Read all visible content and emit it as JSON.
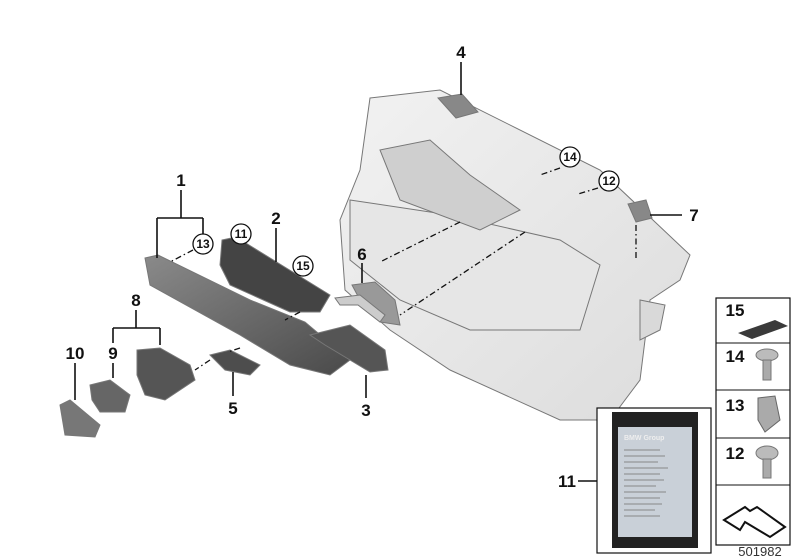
{
  "diagram": {
    "callouts": {
      "p1": "1",
      "p2": "2",
      "p3": "3",
      "p4": "4",
      "p5": "5",
      "p6": "6",
      "p7": "7",
      "p8": "8",
      "p9": "9",
      "p10": "10",
      "p11": "11"
    },
    "circled_refs": {
      "c13": "13",
      "c11": "11",
      "c15": "15",
      "c14": "14",
      "c12": "12"
    },
    "legend_panel": [
      "15",
      "14",
      "13",
      "12"
    ],
    "kit_bag_brand": "BMW Group",
    "reference_number": "501982"
  }
}
